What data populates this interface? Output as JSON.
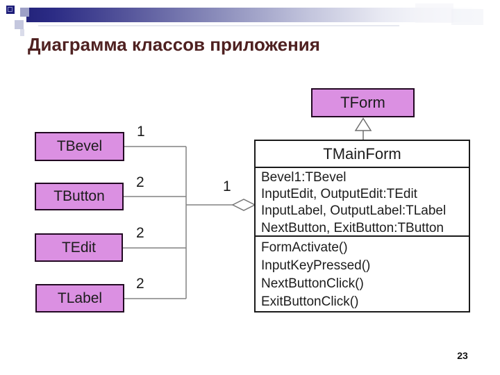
{
  "slide": {
    "title": "Диаграмма классов приложения",
    "page_number": "23"
  },
  "colors": {
    "accent_navy": "#23237b",
    "class_fill": "#db90e2",
    "class_border": "#220822",
    "connector_gray": "#828282",
    "title_color": "#4f2121"
  },
  "diagram": {
    "parent_class": {
      "name": "TForm"
    },
    "main_class": {
      "name": "TMainForm",
      "attributes": [
        "Bevel1:TBevel",
        "InputEdit, OutputEdit:TEdit",
        "InputLabel, OutputLabel:TLabel",
        "NextButton, ExitButton:TButton"
      ],
      "methods": [
        "FormActivate()",
        "InputKeyPressed()",
        "NextButtonClick()",
        "ExitButtonClick()"
      ],
      "aggregation_multiplicity": "1"
    },
    "component_classes": [
      {
        "name": "TBevel",
        "multiplicity": "1"
      },
      {
        "name": "TButton",
        "multiplicity": "2"
      },
      {
        "name": "TEdit",
        "multiplicity": "2"
      },
      {
        "name": "TLabel",
        "multiplicity": "2"
      }
    ]
  }
}
